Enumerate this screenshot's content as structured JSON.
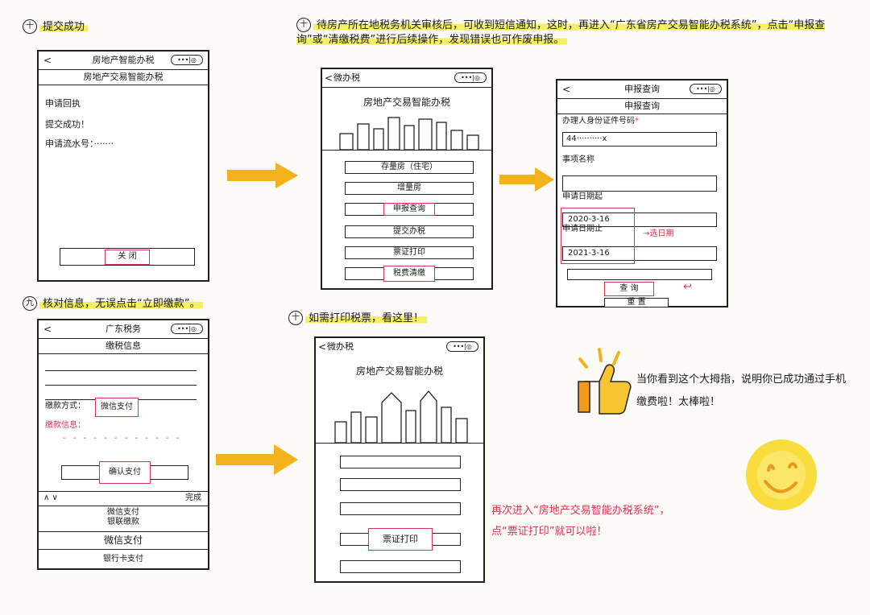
{
  "step_top_left": {
    "label": "提交成功"
  },
  "step_top_right": {
    "label": "待房产所在地税务机关审核后，可收到短信通知，这时，再进入“广东省房产交易智能办税系统”，点击“申报查询”或“清缴税费”进行后续操作，发现错误也可作废申报。"
  },
  "step_mid_left": {
    "label": "核对信息，无误点击“立即缴款”。"
  },
  "step_mid_right": {
    "label": "如需打印税票，看这里！"
  },
  "phone1": {
    "title": "房地产智能办税",
    "capsule": "•••|◎",
    "subtitle": "房地产交易智能办税",
    "lines": [
      "申请回执",
      "提交成功！",
      "申请流水号：·······"
    ],
    "button": "关 闭"
  },
  "phone2": {
    "title": "微办税",
    "capsule": "•••|◎",
    "header": "房地产交易智能办税",
    "menu": [
      "存量房（住宅）",
      "增量房",
      "申报查询",
      "提交办税",
      "票证打印",
      "税费清缴"
    ]
  },
  "phone3": {
    "title": "申报查询",
    "capsule": "•••|◎",
    "subtitle": "申报查询",
    "id_label": "办理人身份证件号码",
    "id_value": "44··········x",
    "tax_label": "事项名称",
    "date_start_label": "申请日期起",
    "date_start": "2020-3-16",
    "date_end_label": "申请日期止",
    "date_end": "2021-3-16",
    "note": "→选日期",
    "btn_query": "查 询",
    "btn_reset": "重 置"
  },
  "phone4": {
    "title": "广东税务",
    "capsule": "•••|◎",
    "subtitle": "缴税信息",
    "pay_label": "缴款方式：",
    "pay_value": "微信支付",
    "red_label": "缴款信息：",
    "confirm": "确认支付",
    "sheet_left": "∧ ∨",
    "sheet_right": "完成",
    "options": [
      "微信支付",
      "银联缴款",
      "微信支付",
      "银行卡支付"
    ]
  },
  "phone5": {
    "title": "微办税",
    "capsule": "•••|◎",
    "header": "房地产交易智能办税",
    "print": "票证打印"
  },
  "note_print": "再次进入“房地产交易智能办税系统”，点“票证打印”就可以啦！",
  "note_thumb": "当你看到这个大拇指，说明你已成功通过手机缴费啦！太棒啦！",
  "colors": {
    "highlight": "#f5ef63",
    "arrow": "#f3b21c",
    "red": "#d9344f"
  }
}
